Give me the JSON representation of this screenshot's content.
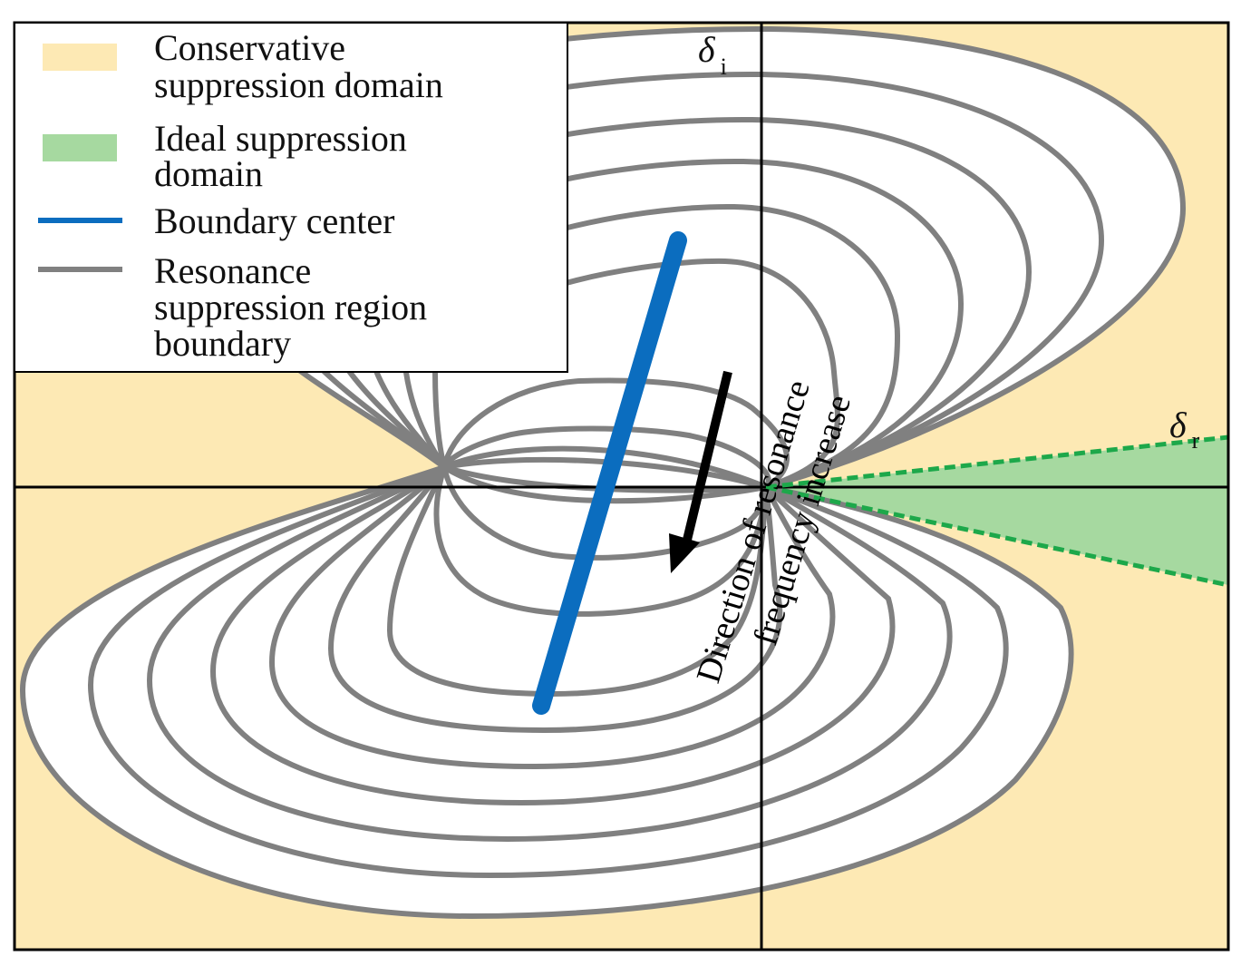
{
  "legend": {
    "conservative_line1": "Conservative",
    "conservative_line2": "suppression domain",
    "ideal_line1": "Ideal suppression",
    "ideal_line2": "domain",
    "center_label": "Boundary center",
    "boundary_line1": "Resonance",
    "boundary_line2": "suppression region",
    "boundary_line3": "boundary"
  },
  "axes": {
    "vertical_symbol": "δ",
    "vertical_subscript": "i",
    "horizontal_symbol": "δ",
    "horizontal_subscript": "r"
  },
  "annotation": {
    "line1": "Direction of resonance",
    "line2": "frequency increase"
  },
  "colors": {
    "conservative_fill": "#FDE9B4",
    "ideal_fill": "#A6D9A0",
    "ideal_border": "#1DA84A",
    "boundary_center": "#0B6DBF",
    "boundary_line": "#808080",
    "arrow": "#000000",
    "axis": "#000000"
  }
}
